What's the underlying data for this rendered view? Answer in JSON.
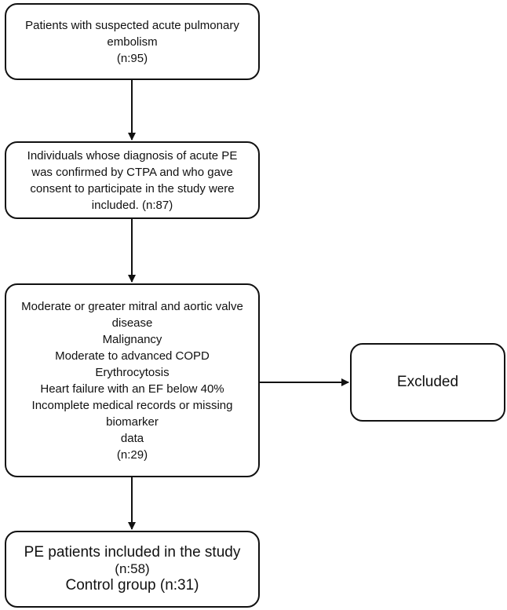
{
  "boxes": {
    "box1": {
      "lines": [
        "Patients with suspected acute pulmonary",
        "embolism",
        "(n:95)"
      ]
    },
    "box2": {
      "lines": [
        "Individuals whose diagnosis of acute PE",
        "was confirmed by CTPA and who gave",
        "consent to participate in the study were",
        "included. (n:87)"
      ]
    },
    "box3": {
      "lines": [
        "Moderate or greater mitral and aortic valve",
        "disease",
        "Malignancy",
        "Moderate to advanced COPD",
        "Erythrocytosis",
        "Heart failure with an EF below 40%",
        "Incomplete medical records or missing biomarker",
        "data",
        "(n:29)"
      ]
    },
    "box4": {
      "label": "Excluded"
    },
    "box5": {
      "lines": [
        "PE patients included in the study",
        "(n:58)",
        "Control group (n:31)"
      ]
    }
  }
}
